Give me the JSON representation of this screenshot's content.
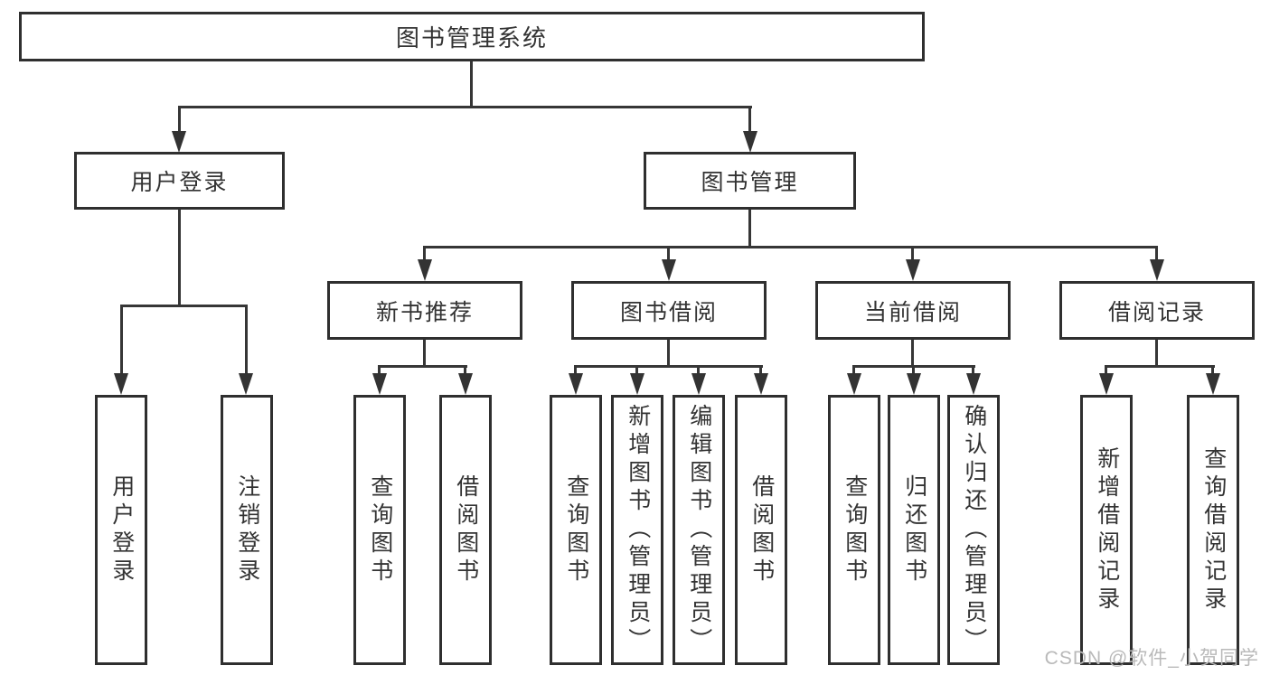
{
  "diagram_title": "图书管理系统",
  "colors": {
    "background": "#ffffff",
    "line": "#363636",
    "box_border": "#2f2f2f",
    "text": "#333333",
    "watermark": "#b9b9b9"
  },
  "nodes": {
    "root": {
      "label": "图书管理系统"
    },
    "user_login": {
      "label": "用户登录"
    },
    "book_mgmt": {
      "label": "图书管理"
    },
    "new_book_rec": {
      "label": "新书推荐"
    },
    "book_borrow": {
      "label": "图书借阅"
    },
    "current_borrow": {
      "label": "当前借阅"
    },
    "borrow_records": {
      "label": "借阅记录"
    },
    "ul_login": {
      "label": "用户登录"
    },
    "ul_logout": {
      "label": "注销登录"
    },
    "nbr_query": {
      "label": "查询图书"
    },
    "nbr_borrow": {
      "label": "借阅图书"
    },
    "bb_query": {
      "label": "查询图书"
    },
    "bb_add": {
      "label": "新增图书（管理员）"
    },
    "bb_edit": {
      "label": "编辑图书（管理员）"
    },
    "bb_borrow": {
      "label": "借阅图书"
    },
    "cb_query": {
      "label": "查询图书"
    },
    "cb_return": {
      "label": "归还图书"
    },
    "cb_confirm": {
      "label": "确认归还（管理员）"
    },
    "br_add": {
      "label": "新增借阅记录"
    },
    "br_query": {
      "label": "查询借阅记录"
    }
  },
  "structure": {
    "root": [
      "user_login",
      "book_mgmt"
    ],
    "user_login": [
      "ul_login",
      "ul_logout"
    ],
    "book_mgmt": [
      "new_book_rec",
      "book_borrow",
      "current_borrow",
      "borrow_records"
    ],
    "new_book_rec": [
      "nbr_query",
      "nbr_borrow"
    ],
    "book_borrow": [
      "bb_query",
      "bb_add",
      "bb_edit",
      "bb_borrow"
    ],
    "current_borrow": [
      "cb_query",
      "cb_return",
      "cb_confirm"
    ],
    "borrow_records": [
      "br_add",
      "br_query"
    ]
  },
  "watermark": {
    "text": "CSDN @软件_小贺同学"
  }
}
